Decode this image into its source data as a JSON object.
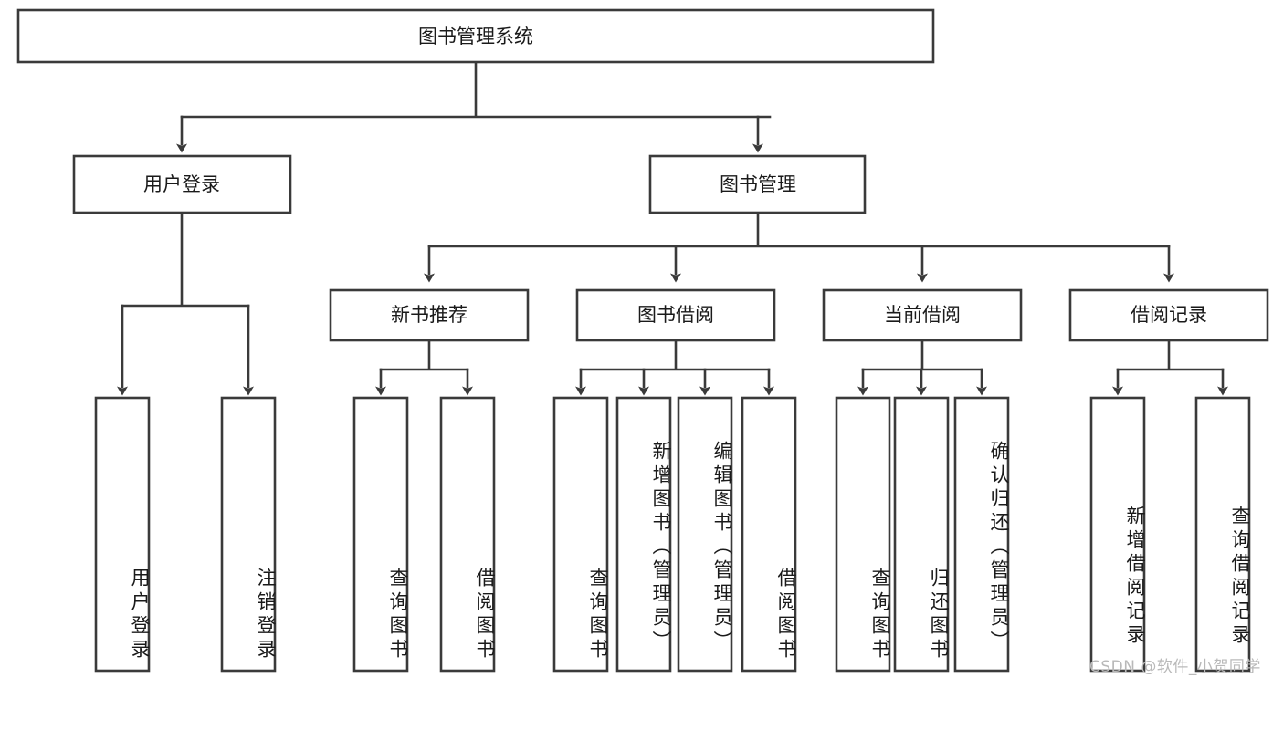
{
  "diagram": {
    "title": "图书管理系统",
    "type": "tree-hierarchy",
    "orientation": "top-down",
    "colors": {
      "stroke": "#3a3a3a",
      "fill": "#ffffff",
      "text": "#1a1a1a",
      "background": "#ffffff",
      "watermark": "#b9b9b9"
    }
  },
  "watermark": {
    "text": "CSDN @软件_小贺同学"
  },
  "nodes": {
    "root": {
      "label": "图书管理系统"
    },
    "level2": [
      {
        "label": "用户登录"
      },
      {
        "label": "图书管理"
      }
    ],
    "level3": [
      {
        "label": "新书推荐"
      },
      {
        "label": "图书借阅"
      },
      {
        "label": "当前借阅"
      },
      {
        "label": "借阅记录"
      }
    ],
    "leaves_user_login": [
      {
        "label": "用户登录"
      },
      {
        "label": "注销登录"
      }
    ],
    "leaves_new_book": [
      {
        "label": "查询图书"
      },
      {
        "label": "借阅图书"
      }
    ],
    "leaves_borrow": [
      {
        "label": "查询图书"
      },
      {
        "label": "新增图书（管理员）"
      },
      {
        "label": "编辑图书（管理员）"
      },
      {
        "label": "借阅图书"
      }
    ],
    "leaves_current": [
      {
        "label": "查询图书"
      },
      {
        "label": "归还图书"
      },
      {
        "label": "确认归还（管理员）"
      }
    ],
    "leaves_records": [
      {
        "label": "新增借阅记录"
      },
      {
        "label": "查询借阅记录"
      }
    ]
  }
}
